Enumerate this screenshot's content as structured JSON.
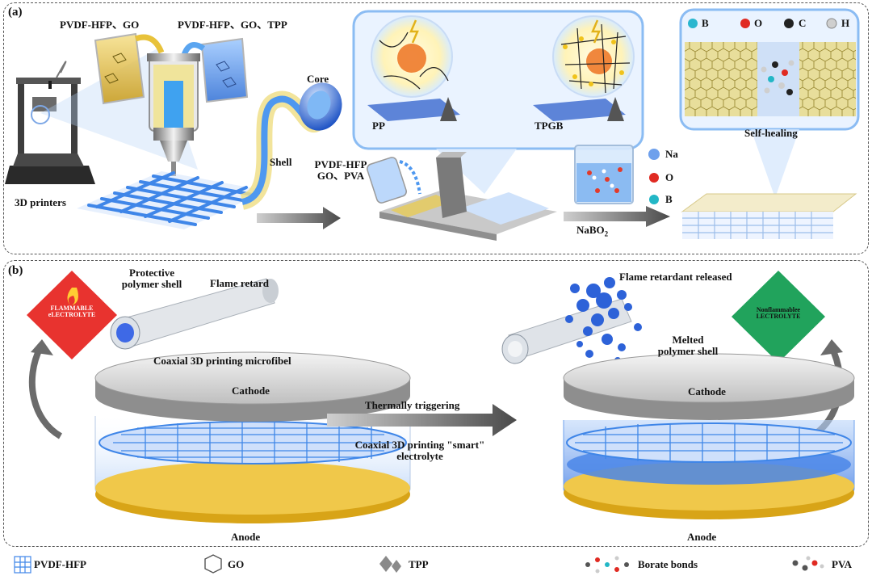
{
  "panel_a": {
    "label": "(a)",
    "beaker_left_label": "PVDF-HFP、GO",
    "beaker_right_label": "PVDF-HFP、GO、TPP",
    "printers_label": "3D printers",
    "core_label": "Core",
    "shell_label": "Shell",
    "ink_label_line1": "PVDF-HFP",
    "ink_label_line2": "GO、PVA",
    "pp_label": "PP",
    "tpgb_label": "TPGB",
    "nabo2_label": "NaBO",
    "nabo2_sub": "2",
    "ions": [
      "Na",
      "O",
      "B"
    ],
    "atoms": [
      "B",
      "O",
      "C",
      "H"
    ],
    "self_healing_label": "Self-healing"
  },
  "panel_b": {
    "label": "(b)",
    "flammable_line1": "FLAMMABLE",
    "flammable_line2": "eLECTROLYTE",
    "protective_line1": "Protective",
    "protective_line2": "polymer shell",
    "flame_retard": "Flame retard",
    "coaxial_fiber": "Coaxial 3D printing microfibel",
    "cathode_left": "Cathode",
    "anode_left": "Anode",
    "thermally": "Thermally triggering",
    "smart_line1": "Coaxial 3D printing  \"smart\"",
    "smart_line2": "electrolyte",
    "released": "Flame retardant released",
    "melted_line1": "Melted",
    "melted_line2": "polymer shell",
    "nonflam_line1": "Nonflammablee",
    "nonflam_line2": "LECTROLYTE",
    "cathode_right": "Cathode",
    "anode_right": "Anode"
  },
  "legend": [
    {
      "label": "PVDF-HFP",
      "icon": "grid-icon"
    },
    {
      "label": "GO",
      "icon": "hexagon-icon"
    },
    {
      "label": "TPP",
      "icon": "diamond-icon"
    },
    {
      "label": "Borate bonds",
      "icon": "borate-molecule-icon"
    },
    {
      "label": "PVA",
      "icon": "pva-molecule-icon"
    }
  ],
  "colors": {
    "blue": "#3d8ff0",
    "yellow": "#e8c23a",
    "flammable_red": "#e8332f",
    "nonflammable_green": "#21a35c"
  }
}
